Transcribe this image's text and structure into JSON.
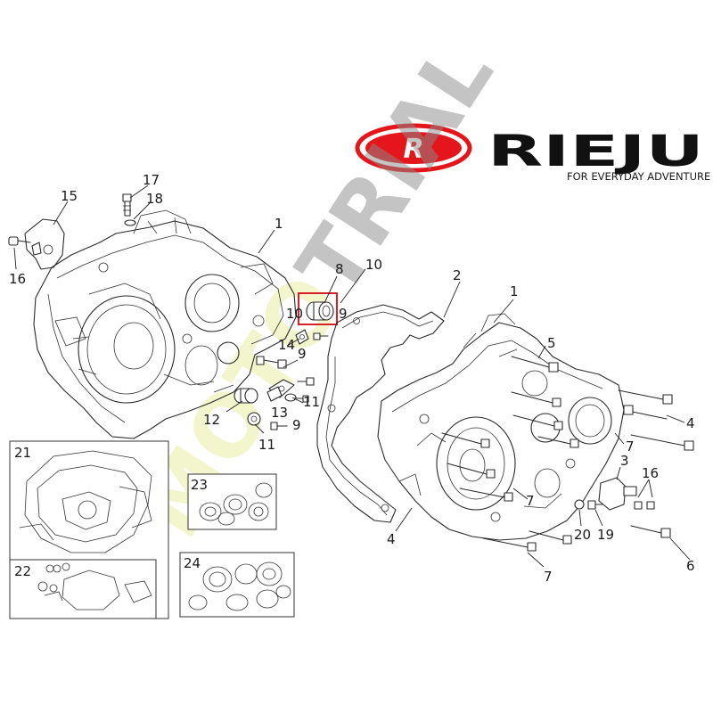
{
  "brand": {
    "logo_letter": "R",
    "name": "RIEJU",
    "tagline": "FOR EVERYDAY ADVENTURE",
    "logo_color": "#e4161c"
  },
  "watermark": {
    "text": "MOTOTRIAL",
    "color_mo": "#e8ec9a",
    "color_trial": "#8a8a8a"
  },
  "highlight_color": "#d61f26",
  "callouts": [
    "17",
    "18",
    "15",
    "16",
    "1",
    "8",
    "10",
    "10",
    "9",
    "14",
    "9",
    "11",
    "13",
    "9",
    "12",
    "11",
    "2",
    "1",
    "5",
    "4",
    "7",
    "3",
    "16",
    "7",
    "20",
    "19",
    "4",
    "7",
    "6"
  ],
  "kit_boxes": [
    "21",
    "22",
    "23",
    "24"
  ]
}
